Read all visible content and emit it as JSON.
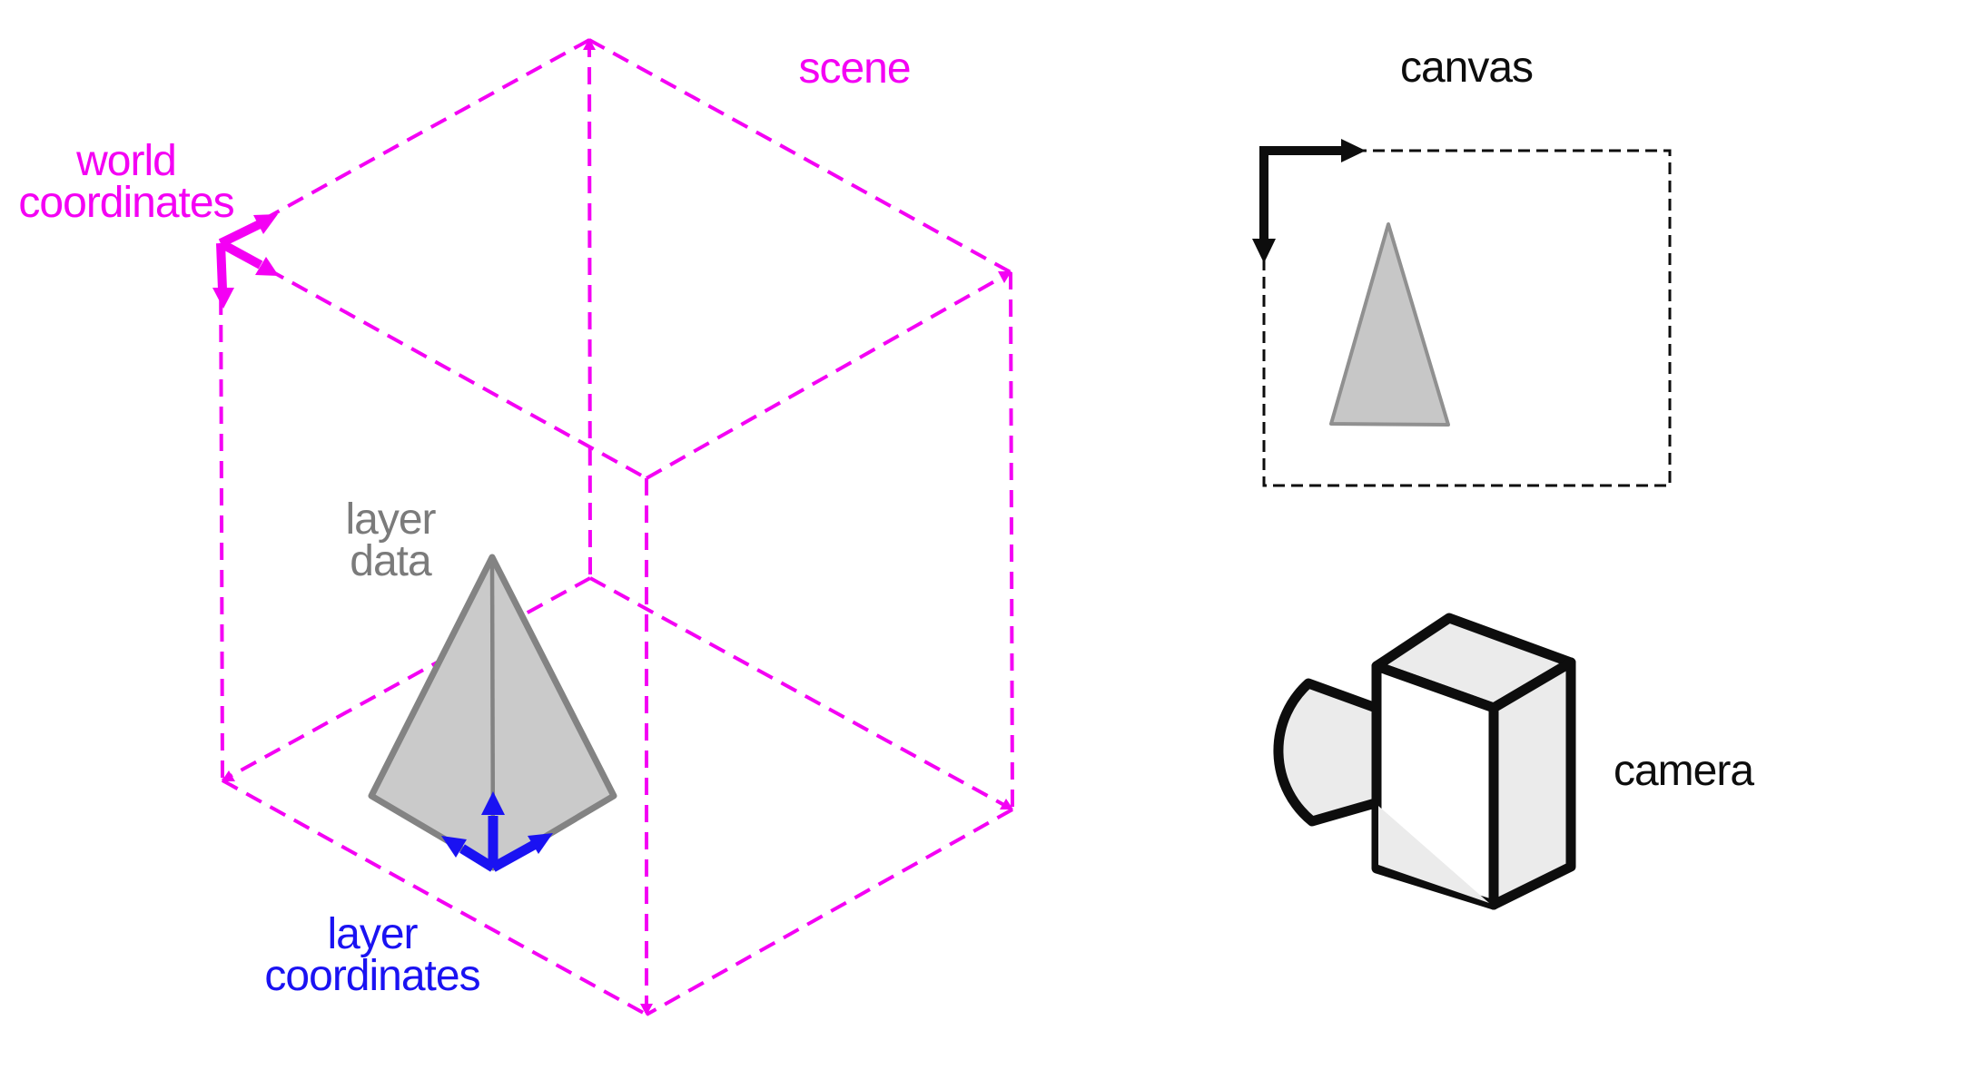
{
  "labels": {
    "world_coordinates": "world\ncoordinates",
    "scene": "scene",
    "layer_data": "layer\ndata",
    "layer_coordinates": "layer\ncoordinates",
    "canvas": "canvas",
    "camera": "camera"
  },
  "icons": {
    "scene_box": "dashed-cube",
    "world_axes": "three-arrow-axes",
    "layer_axes": "three-arrow-axes",
    "layer_data_shape": "pyramid",
    "canvas_frame": "dashed-rectangle",
    "canvas_axes": "corner-right-down-arrows",
    "canvas_content": "triangle",
    "camera": "camera-3d-box-with-lens"
  },
  "colors": {
    "bg": "#ffffff",
    "magenta": "#f400f4",
    "blue": "#1a12f2",
    "gray_text": "#7b7b7b",
    "ink": "#0d0d0d",
    "pyramid_fill": "#cacaca",
    "pyramid_stroke": "#838383",
    "triangle_fill": "#c7c7c7",
    "triangle_stroke": "#909090",
    "camera_fill": "#ebebeb"
  }
}
